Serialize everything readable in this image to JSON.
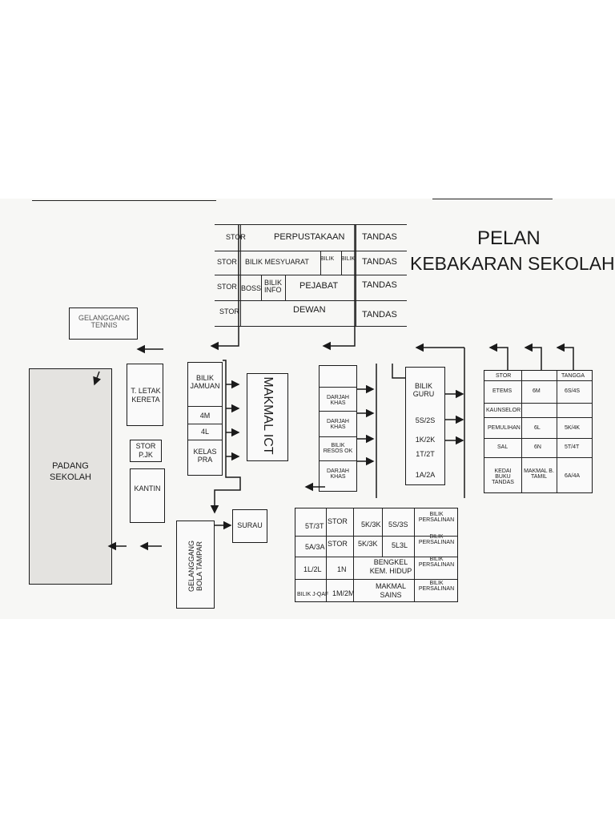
{
  "title": {
    "line1": "PELAN",
    "line2": "KEBAKARAN SEKOLAH"
  },
  "top_block": {
    "row1": {
      "stor": "STOR",
      "main": "PERPUSTAKAAN",
      "tandas": "TANDAS"
    },
    "row2": {
      "stor": "STOR",
      "main": "BILIK MESYUARAT",
      "small_a": "BILIK",
      "small_b": "BILIK",
      "tandas": "TANDAS"
    },
    "row3": {
      "stor": "STOR",
      "boss": "BOSS",
      "info": "BILIK INFO",
      "main": "PEJABAT",
      "tandas": "TANDAS"
    },
    "row4": {
      "stor": "STOR",
      "main": "DEWAN",
      "tandas": "TANDAS"
    }
  },
  "gelanggang_tennis": "GELANGGANG TENNIS",
  "padang": "PADANG SEKOLAH",
  "tletak": "T. LETAK KERETA",
  "stor_pjk": {
    "a": "STOR",
    "b": "P.JK"
  },
  "kantin": "KANTIN",
  "jamuan_block": {
    "jamuan": "BILIK JAMUAN",
    "r4m": "4M",
    "r4l": "4L",
    "kelas": "KELAS PRA"
  },
  "makmal_ict": "MAKMAL ICT",
  "surau": "SURAU",
  "bola_tampar": "GELANGGANG BOLA TAMPAR",
  "mid_block": {
    "r1": "",
    "r2": "DARJAH KHAS",
    "r3": "DARJAH KHAS",
    "r4": "BILIK RESOS OK",
    "r5": "DARJAH KHAS"
  },
  "guru_block": {
    "guru": "BILIK GURU",
    "r5s": "5S/2S",
    "r1k": "1K/2K",
    "r1t": "1T/2T",
    "r1a": "1A/2A"
  },
  "right_block": {
    "h1": "STOR",
    "h2": "TANGGA",
    "r1": [
      "ETEMS",
      "6M",
      "6S/4S"
    ],
    "r2": [
      "KAUNSELOR"
    ],
    "r3": [
      "PEMULIHAN",
      "6L",
      "5K/4K"
    ],
    "r4": [
      "SAL",
      "6N",
      "5T/4T"
    ],
    "r5": [
      "KEDAI BUKU TANDAS",
      "MAKMAL B. TAMIL",
      "6A/4A"
    ]
  },
  "bottom_block": {
    "r1": [
      "5T/3T",
      "STOR",
      "5K/3K",
      "5S/3S"
    ],
    "r2": [
      "5A/3A",
      "STOR",
      "5K/3K",
      "5L3L"
    ],
    "r3": [
      "1L/2L",
      "1N",
      "BENGKEL KEM. HIDUP"
    ],
    "r4": [
      "BILIK J-QAF",
      "1M/2M",
      "MAKMAL SAINS"
    ],
    "persalinan": [
      "BILIK PERSALINAN",
      "BILIK PERSALINAN",
      "BILIK PERSALINAN",
      "BILIK PERSALINAN"
    ]
  }
}
